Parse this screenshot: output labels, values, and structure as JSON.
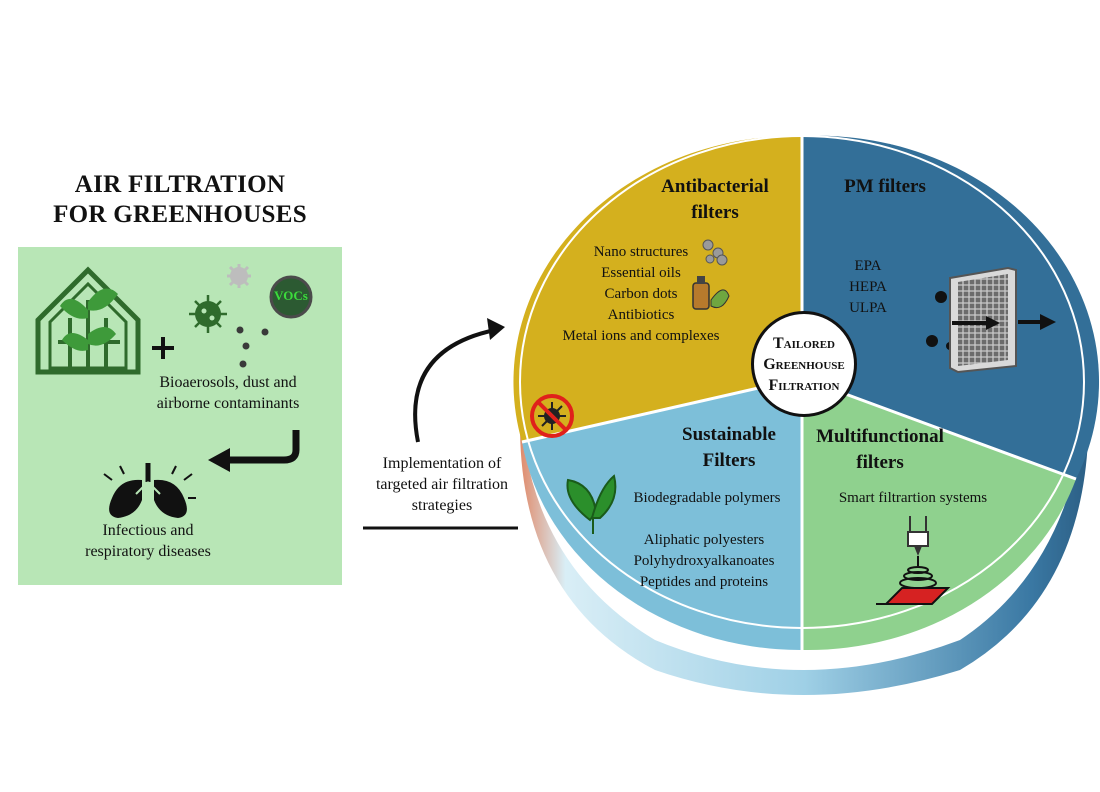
{
  "left": {
    "title_line1": "AIR FILTRATION",
    "title_line2": "FOR GREENHOUSES",
    "vocs_label": "VOCs",
    "contaminants_line1": "Bioaerosols, dust and",
    "contaminants_line2": "airborne contaminants",
    "diseases_line1": "Infectious and",
    "diseases_line2": "respiratory diseases"
  },
  "implementation": {
    "line1": "Implementation of",
    "line2": "targeted air filtration",
    "line3": "strategies"
  },
  "center": {
    "line1": "Tailored",
    "line2": "Greenhouse",
    "line3": "Filtration"
  },
  "segments": {
    "antibacterial": {
      "title_line1": "Antibacterial",
      "title_line2": "filters",
      "items": [
        "Nano structures",
        "Essential oils",
        "Carbon dots",
        "Antibiotics",
        "Metal ions and complexes"
      ],
      "color": "#d4b01e"
    },
    "pm": {
      "title": "PM filters",
      "items": [
        "EPA",
        "HEPA",
        "ULPA"
      ],
      "color": "#336f98"
    },
    "sustainable": {
      "title_line1": "Sustainable",
      "title_line2": "Filters",
      "items": [
        "Biodegradable polymers",
        "Aliphatic polyesters",
        "Polyhydroxyalkanoates",
        "Peptides and proteins"
      ],
      "color": "#7dbfd9"
    },
    "multifunctional": {
      "title_line1": "Multifunctional",
      "title_line2": "filters",
      "items": [
        "Smart filtrartion systems"
      ],
      "color": "#8fd18e"
    }
  },
  "colors": {
    "panel": "#b8e6b6",
    "greenhouse_green": "#2f6b2c",
    "disc_side": "#3f7fa6",
    "red_plate": "#d62222"
  }
}
